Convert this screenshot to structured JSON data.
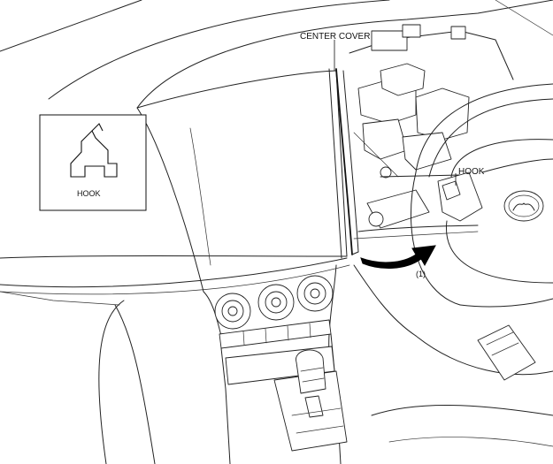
{
  "labels": {
    "center_cover": "CENTER COVER",
    "hook_callout": "HOOK",
    "hook_inset": "HOOK",
    "step_number": "(1)"
  },
  "arrow_color": "#000000",
  "icons": {
    "inset_hook_shape": "hook-icon",
    "steering_emblem": "mazda-emblem-icon"
  }
}
